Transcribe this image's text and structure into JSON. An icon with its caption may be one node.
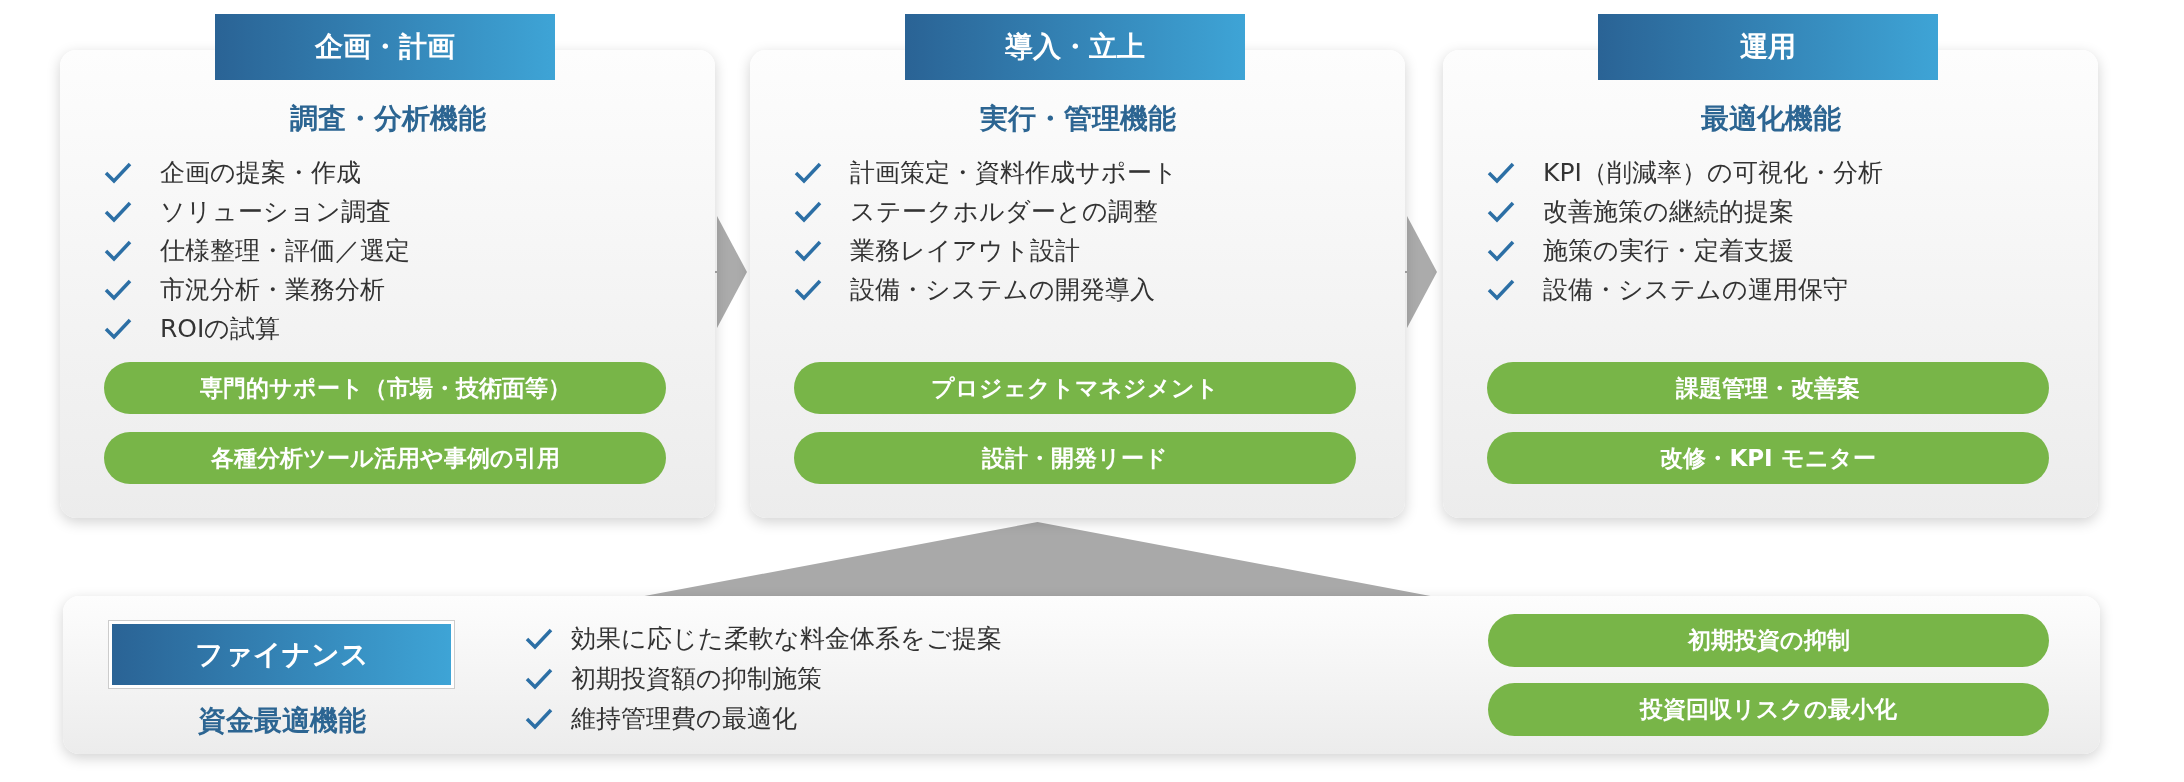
{
  "diagram": {
    "nodes": [
      {
        "text": [
          "企画・計画",
          "調査・分析機能",
          "企画の提案・作成",
          "ソリューション調査",
          "仕様整理・評価／選定",
          "市況分析・業務分析",
          "ROIの試算"
        ]
      },
      {
        "text": [
          "専門的サポート（市場・技術面等）"
        ],
        "in": 0
      },
      {
        "text": [
          "各種分析ツール活用や事例の引用"
        ],
        "in": 0
      },
      {
        "text": [
          "導入・立上",
          "実行・管理機能",
          "計画策定・資料作成サポート",
          "ステークホルダーとの調整",
          "業務レイアウト設計",
          "設備・システムの開発導入"
        ]
      },
      {
        "text": [
          "プロジェクトマネジメント"
        ],
        "in": 3
      },
      {
        "text": [
          "設計・開発リード"
        ],
        "in": 3
      },
      {
        "text": [
          "運用",
          "最適化機能",
          "KPI（削減率）の可視化・分析",
          "改善施策の継続的提案",
          "施策の実行・定着支援",
          "設備・システムの運用保守"
        ]
      },
      {
        "text": [
          "課題管理・改善案"
        ],
        "in": 6
      },
      {
        "text": [
          "改修・KPI モニター"
        ],
        "in": 6
      },
      {
        "text": [
          "ファイナンス",
          "資金最適機能",
          "効果に応じた柔軟な料金体系をご提案",
          "初期投資額の抑制施策",
          "維持管理費の最適化"
        ]
      },
      {
        "text": [
          "初期投資の抑制"
        ],
        "in": 9
      },
      {
        "text": [
          "投資回収リスクの最小化"
        ],
        "in": 9
      }
    ],
    "edges": [
      {
        "from": 0,
        "to": 3,
        "arrow": "to"
      },
      {
        "from": 3,
        "to": 6,
        "arrow": "to"
      },
      {
        "from": 9,
        "to": 3,
        "arrow": "none"
      }
    ]
  }
}
